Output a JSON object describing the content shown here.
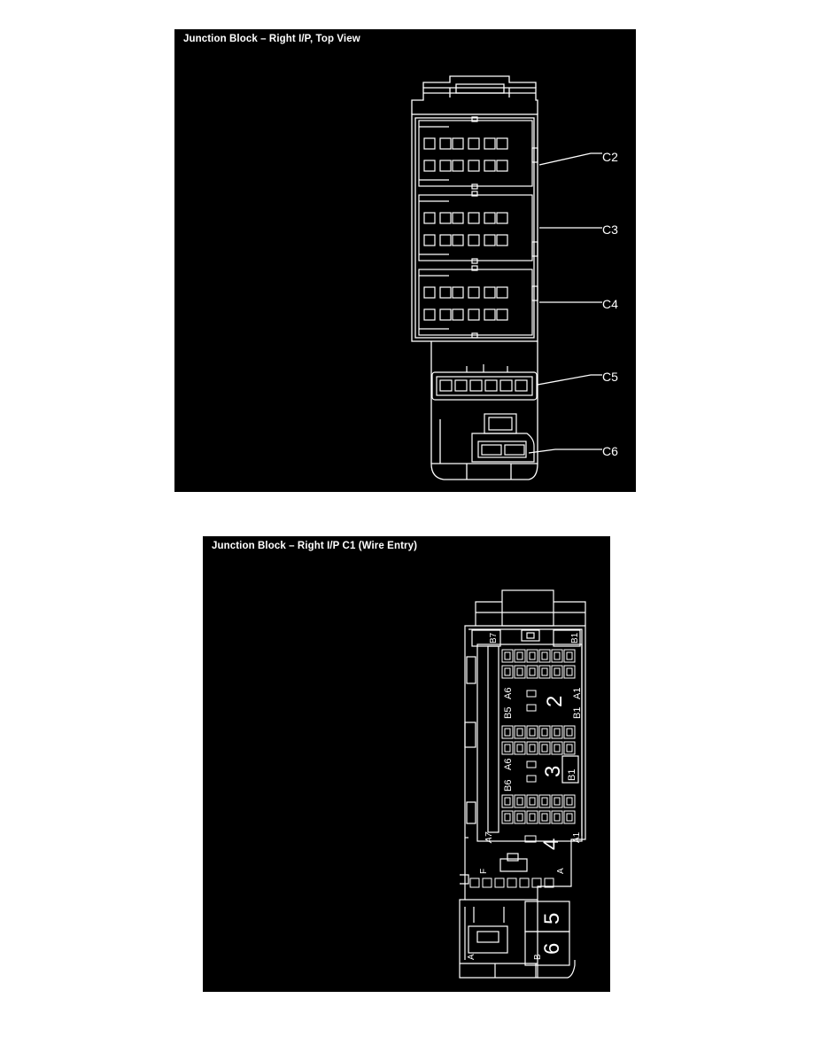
{
  "figures": [
    {
      "title": "Junction Block – Right I/P, Top View",
      "connectors": [
        "C2",
        "C3",
        "C4",
        "C5",
        "C6"
      ]
    },
    {
      "title": "Junction Block – Right I/P C1 (Wire Entry)",
      "cavity_labels": {
        "b7": "B7",
        "b1_top": "B1",
        "a6_1": "A6",
        "a1_1": "A1",
        "b5": "B5",
        "b1_mid": "B1",
        "a6_2": "A6",
        "b6": "B6",
        "b1_sec3": "B1",
        "a7": "A7",
        "a1_2": "A1",
        "f": "F",
        "a_sec4": "A",
        "a_sec6": "A",
        "b_sec6": "B"
      },
      "section_numbers": {
        "s2": "2",
        "s3": "3",
        "s4": "4",
        "s5": "5",
        "s6": "6"
      }
    }
  ]
}
